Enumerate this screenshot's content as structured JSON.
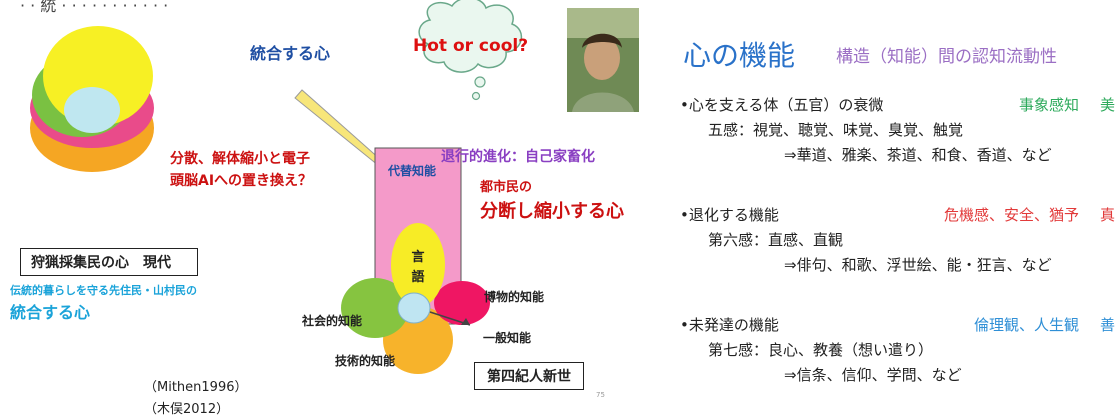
{
  "header_cut": "· · 統 · · · · · · · · · · ·",
  "left": {
    "integrate_title": "統合する心",
    "hot_or_cool": "Hot or cool?",
    "replace_text_1": "分散、解体縮小と電子",
    "replace_text_2": "頭脳AIへの置き換え？",
    "regressive": "退行的進化：自己家畜化",
    "hunter_box": "狩猟採集民の心　現代",
    "traditional_1": "伝統的暮らしを守る先住民・山村民の",
    "traditional_2": "統合する心",
    "citizen_1": "都市民の",
    "citizen_2": "分断し縮小する心",
    "proxy_label": "代替知能",
    "language_label": "言語",
    "natural_label": "博物的知能",
    "social_label": "社会的知能",
    "general_label": "一般知能",
    "technical_label": "技術的知能",
    "quaternary_box": "第四紀人新世",
    "cite_1": "（Mithen1996）",
    "cite_2": "（木俣2012）",
    "page_number": "75"
  },
  "right": {
    "title": "心の機能",
    "subtitle": "構造（知能）間の認知流動性",
    "sections": [
      {
        "bullet": "•心を支える体（五官）の衰微",
        "tag": "事象感知",
        "tag_value": "美",
        "tag_color": "#2eaa5c",
        "line1": "五感：視覚、聴覚、味覚、臭覚、触覚",
        "line2": "⇒華道、雅楽、茶道、和食、香道、など"
      },
      {
        "bullet": "•退化する機能",
        "tag": "危機感、安全、猶予",
        "tag_value": "真",
        "tag_color": "#e23a3a",
        "line1": "第六感：直感、直観",
        "line2": "⇒俳句、和歌、浮世絵、能・狂言、など"
      },
      {
        "bullet": "•未発達の機能",
        "tag": "倫理観、人生観",
        "tag_value": "善",
        "tag_color": "#2f8fd6",
        "line1": "第七感：良心、教養（想い遣り）",
        "line2": "⇒信条、信仰、学問、など"
      }
    ]
  },
  "colors": {
    "blue_text": "#1f4fa3",
    "red_text": "#cc1111",
    "purple_text": "#8a3fc2",
    "cyan_text": "#1aa3d9",
    "title_blue": "#2a72c9",
    "subtitle_purple": "#9b6fc4"
  }
}
